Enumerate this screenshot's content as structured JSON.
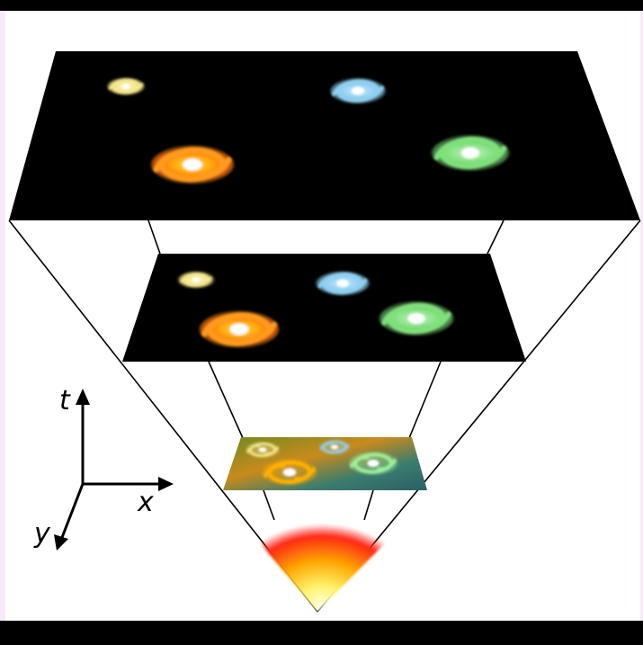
{
  "diagram": {
    "axes": {
      "t_label": "t",
      "x_label": "x",
      "y_label": "y"
    },
    "slices": [
      {
        "stage": "top",
        "galaxies": [
          "yellow-galaxy",
          "blue-galaxy",
          "orange-galaxy",
          "green-galaxy"
        ]
      },
      {
        "stage": "middle",
        "galaxies": [
          "yellow-galaxy",
          "blue-galaxy",
          "orange-galaxy",
          "green-galaxy"
        ]
      },
      {
        "stage": "early",
        "galaxies": [
          "yellow-galaxy",
          "blue-galaxy",
          "orange-galaxy",
          "green-galaxy"
        ]
      }
    ],
    "colors": {
      "background": "#ffffff",
      "slice": "#000000",
      "yellow_galaxy": "#f4e68a",
      "blue_galaxy": "#8fd0f2",
      "orange_galaxy": "#ff9a1a",
      "green_galaxy": "#7fe07a",
      "fireball_core": "#fff26a",
      "fireball_edge": "#ff1a1a"
    }
  }
}
